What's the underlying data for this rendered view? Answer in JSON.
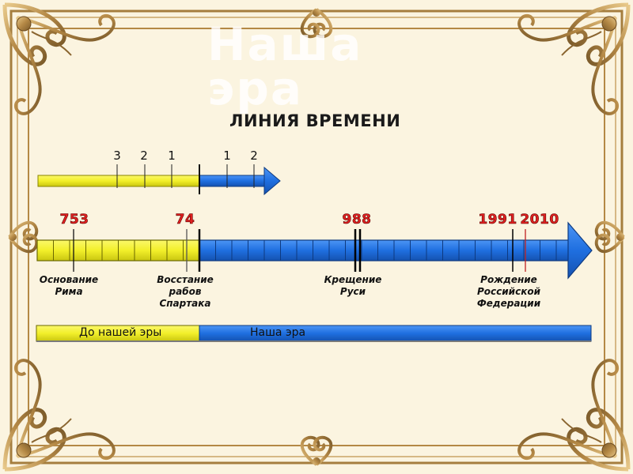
{
  "overlay_title": "Наша эра",
  "heading": "Линия времени",
  "top_axis": {
    "bc_numbers": [
      "3",
      "2",
      "1"
    ],
    "ad_numbers": [
      "1",
      "2"
    ]
  },
  "events": [
    {
      "year": "753",
      "label": "Основание\nРима"
    },
    {
      "year": "74",
      "label": "Восстание\nрабов\nСпартака"
    },
    {
      "year": "988",
      "label": "Крещение\nРуси"
    },
    {
      "year": "1991",
      "label": "Рождение\nРоссийской\nФедерации"
    },
    {
      "year": "2010",
      "label": ""
    }
  ],
  "era_bar": {
    "bc_label": "До нашей эры",
    "ad_label": "Наша эра"
  },
  "colors": {
    "bc_yellow": "#f2ef2a",
    "ad_blue": "#1f6fe0",
    "year_red": "#e02020",
    "frame_gold": "#b9924a",
    "background": "#fbf4e0"
  }
}
